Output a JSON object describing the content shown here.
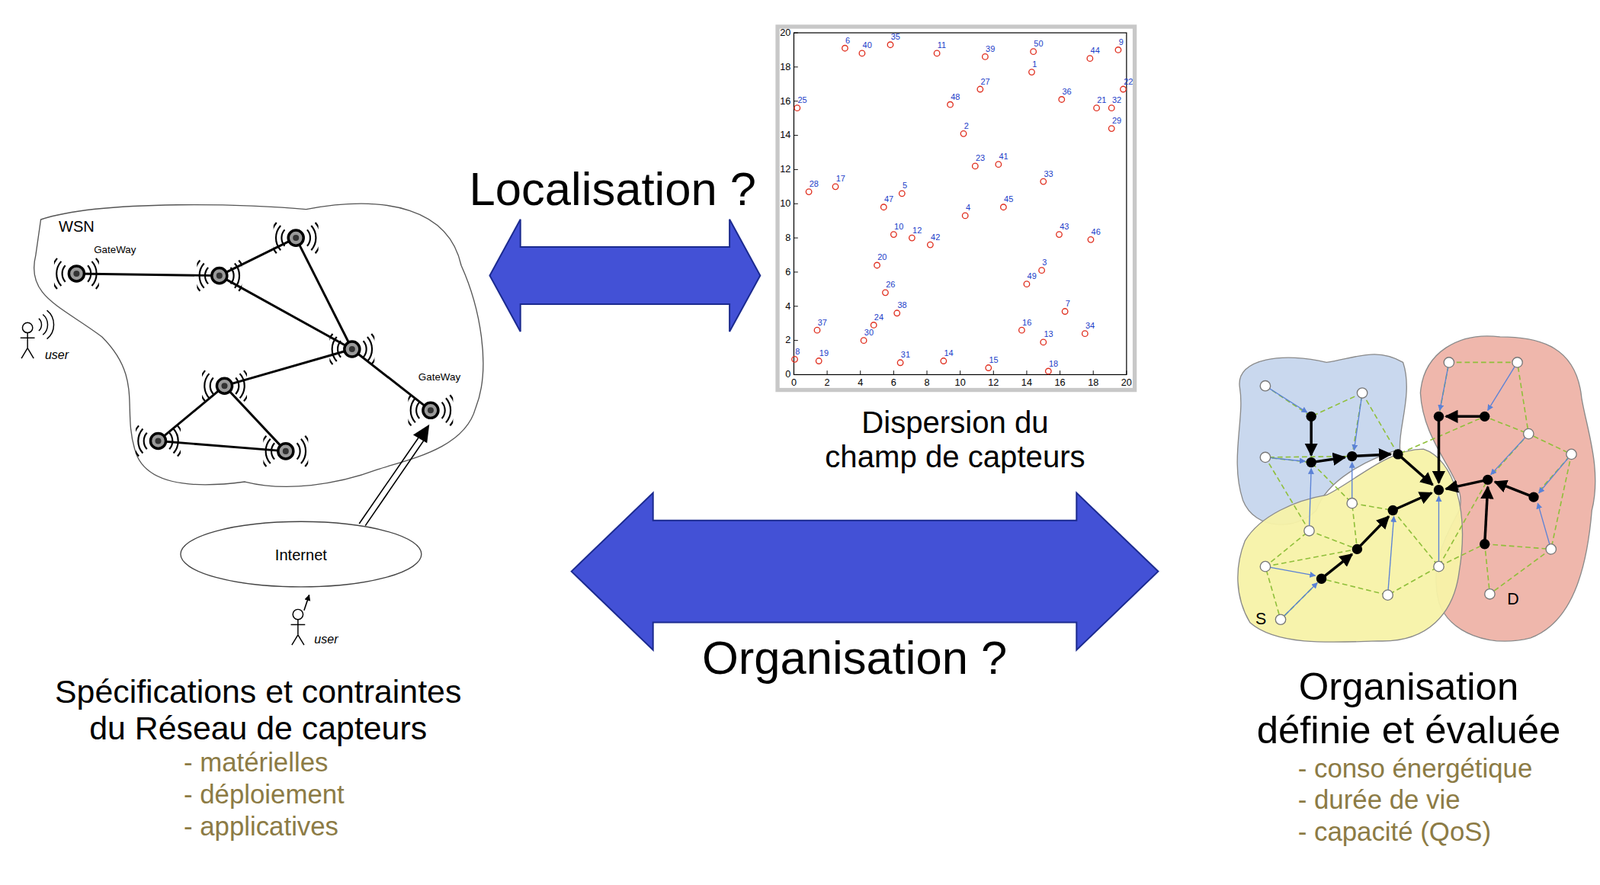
{
  "diagram": {
    "nodes": [
      {
        "text": [
          "Spécifications et contraintes du Réseau de capteurs",
          "- matérielles",
          "- déploiement",
          "- applicatives"
        ]
      },
      {
        "text": [
          "Dispersion du champ de capteurs"
        ]
      },
      {
        "text": [
          "Organisation définie et évaluée",
          "- conso énergétique",
          "- durée de vie",
          "- capacité (QoS)"
        ]
      }
    ],
    "edges": [
      {
        "from": 0,
        "to": 1,
        "arrow": "both",
        "label": "Localisation ?"
      },
      {
        "from": 0,
        "to": 2,
        "arrow": "both",
        "label": "Organisation ?"
      }
    ],
    "labels": [
      "WSN",
      "GateWay",
      "GateWay",
      "user",
      "Internet",
      "user",
      "0",
      "2",
      "4",
      "6",
      "8",
      "10",
      "12",
      "14",
      "16",
      "18",
      "20",
      "0",
      "2",
      "4",
      "6",
      "8",
      "10",
      "12",
      "14",
      "16",
      "18",
      "20",
      "6",
      "40",
      "35",
      "11",
      "39",
      "50",
      "1",
      "44",
      "9",
      "25",
      "27",
      "48",
      "36",
      "21",
      "32",
      "22",
      "29",
      "2",
      "23",
      "41",
      "33",
      "28",
      "17",
      "5",
      "47",
      "4",
      "45",
      "10",
      "12",
      "42",
      "43",
      "46",
      "20",
      "3",
      "49",
      "26",
      "38",
      "7",
      "37",
      "24",
      "30",
      "16",
      "13",
      "34",
      "8",
      "19",
      "31",
      "14",
      "15",
      "18",
      "S",
      "D"
    ]
  }
}
